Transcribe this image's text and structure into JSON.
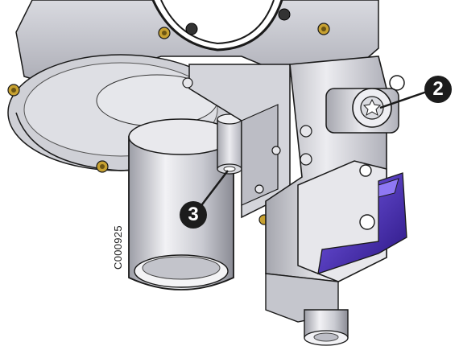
{
  "figure": {
    "reference_code": "C000925",
    "callouts": [
      {
        "label": "2"
      },
      {
        "label": "3"
      }
    ],
    "colors": {
      "metal_light": "#e8e8ec",
      "metal_mid": "#bfc0c8",
      "metal_dark": "#8e8f98",
      "outline": "#1a1a1a",
      "accent_purple": "#5a3fc8"
    }
  }
}
